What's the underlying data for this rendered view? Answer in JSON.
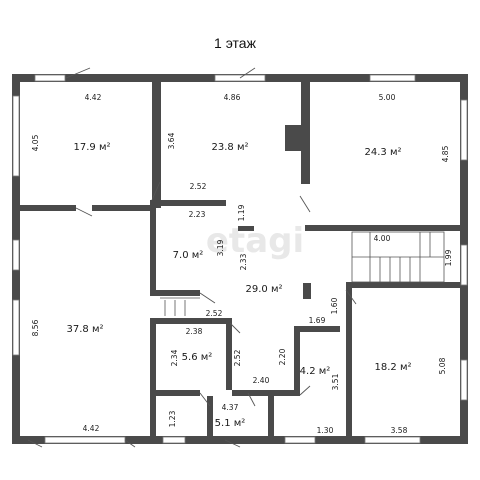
{
  "title": "1 этаж",
  "watermark": "etagi",
  "rooms": [
    {
      "id": "r1",
      "area": "17.9 м²",
      "dims": [
        "4.42",
        "4.05"
      ]
    },
    {
      "id": "r2",
      "area": "23.8 м²",
      "dims": [
        "4.86",
        "3.64",
        "2.52"
      ]
    },
    {
      "id": "r3",
      "area": "24.3 м²",
      "dims": [
        "5.00",
        "4.85"
      ]
    },
    {
      "id": "r4",
      "area": "7.0 м²",
      "dims": [
        "2.23",
        "3.19",
        "1.19"
      ]
    },
    {
      "id": "r5",
      "area": "29.0 м²",
      "dims": [
        "2.33",
        "2.52",
        "1.60",
        "1.69"
      ]
    },
    {
      "id": "r6",
      "area": "37.8 м²",
      "dims": [
        "8.56",
        "4.42"
      ]
    },
    {
      "id": "r7",
      "area": "5.6 м²",
      "dims": [
        "2.38",
        "2.34",
        "2.52"
      ]
    },
    {
      "id": "r8",
      "area": "4.2 м²",
      "dims": [
        "2.20",
        "2.40",
        "3.51"
      ]
    },
    {
      "id": "r9",
      "area": "18.2 м²",
      "dims": [
        "5.08",
        "3.58"
      ]
    },
    {
      "id": "r10",
      "area": "5.1 м²",
      "dims": [
        "4.37",
        "1.23",
        "1.30"
      ]
    },
    {
      "id": "stairs",
      "area": "",
      "dims": [
        "4.00",
        "1.99"
      ]
    }
  ],
  "colors": {
    "wall": "#4a4a4a",
    "background": "#ffffff"
  }
}
